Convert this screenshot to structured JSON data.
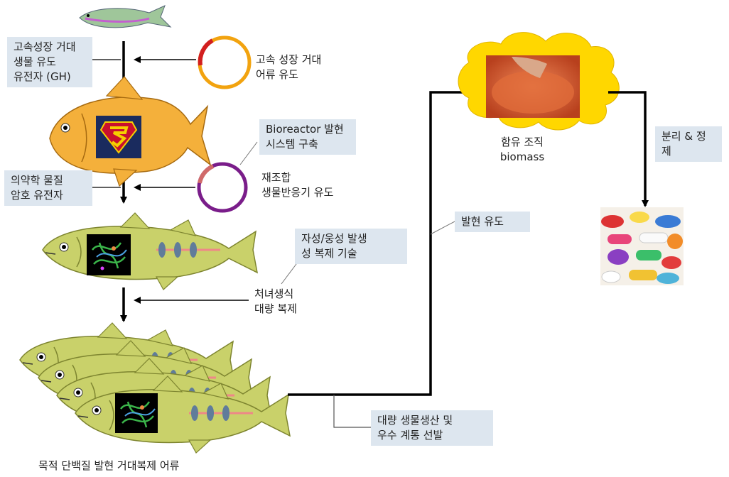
{
  "labels": {
    "gh_gene": [
      "고속성장 거대",
      "생물 유도",
      "유전자 (GH)"
    ],
    "plasmid1": [
      "고속 성장 거대",
      "어류 유도"
    ],
    "bioreactor": [
      "Bioreactor 발현",
      "시스템 구축"
    ],
    "recombinant": [
      "재조합",
      "생물반응기 유도"
    ],
    "pharma_gene": [
      "의약학 물질",
      "암호 유전자"
    ],
    "cloning_tech": [
      "자성/웅성 발생",
      "성 복제 기술"
    ],
    "parthenogenesis": [
      "처녀생식",
      "대량 복제"
    ],
    "final_fish": "목적 단백질 발현 거대복제 어류",
    "mass_production": [
      "대량 생물생산 및",
      "우수 계통 선발"
    ],
    "expression": "발현 유도",
    "tissue": [
      "함유 조직",
      "biomass"
    ],
    "purification": [
      "분리 & 정",
      "제"
    ]
  },
  "colors": {
    "box_bg": "#dde6ef",
    "cloud": "#ffd700",
    "fish_body": "#c9d16a",
    "plasmid_orange": "#f2a30f",
    "plasmid_purple": "#7a1d8a",
    "insert_red": "#d21f1f",
    "line": "#000000"
  }
}
